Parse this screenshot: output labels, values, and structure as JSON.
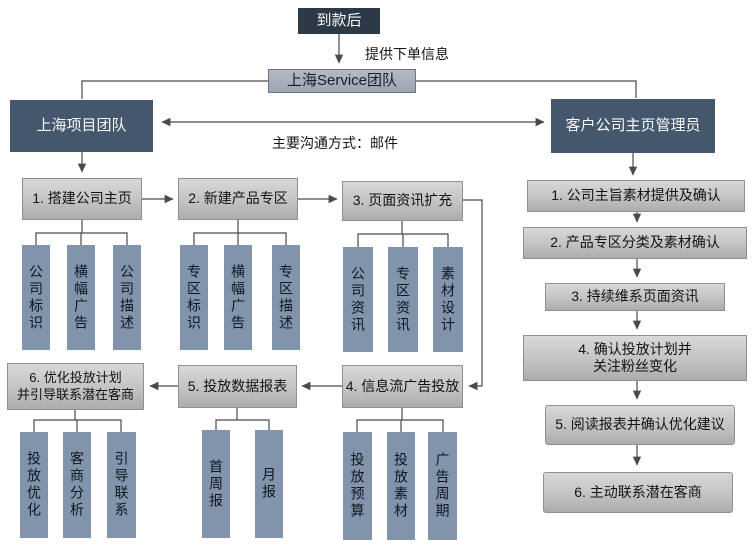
{
  "colors": {
    "start_box_bg": "#2c3947",
    "team_box_bg": "#45576c",
    "service_box_bg": "#a8aeb9",
    "service_box_border": "#6d7482",
    "step_box_bg": "#c3c3c3",
    "step_box_border": "#909090",
    "pillar_bg": "#8194ac",
    "connector": "#4a4a4a",
    "background": "#ffffff"
  },
  "nodes": {
    "start": "到款后",
    "order_info": "提供下单信息",
    "service_team": "上海Service团队",
    "project_team": "上海项目团队",
    "client_admin": "客户公司主页管理员",
    "communication": "主要沟通方式：邮件"
  },
  "project_flow": {
    "steps": [
      {
        "label": "1. 搭建公司主页",
        "children": [
          "公司标识",
          "横幅广告",
          "公司描述"
        ]
      },
      {
        "label": "2. 新建产品专区",
        "children": [
          "专区标识",
          "横幅广告",
          "专区描述"
        ]
      },
      {
        "label": "3. 页面资讯扩充",
        "children": [
          "公司资讯",
          "专区资讯",
          "素材设计"
        ]
      },
      {
        "label": "4. 信息流广告投放",
        "children": [
          "投放预算",
          "投放素材",
          "广告周期"
        ]
      },
      {
        "label": "5. 投放数据报表",
        "children": [
          "首周报",
          "月报"
        ]
      },
      {
        "label": "6. 优化投放计划\n并引导联系潜在客商",
        "children": [
          "投放优化",
          "客商分析",
          "引导联系"
        ]
      }
    ]
  },
  "client_flow": {
    "steps": [
      "1. 公司主旨素材提供及确认",
      "2. 产品专区分类及素材确认",
      "3. 持续维系页面资讯",
      "4. 确认投放计划并\n关注粉丝变化",
      "5. 阅读报表并确认优化建议",
      "6. 主动联系潜在客商"
    ]
  }
}
